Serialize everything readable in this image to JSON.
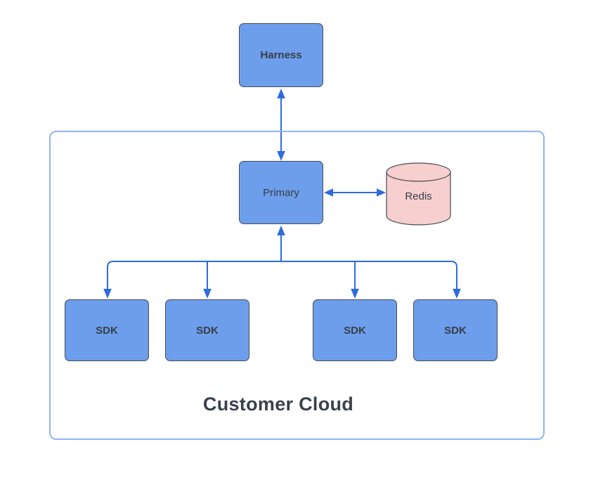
{
  "container": {
    "label": "Customer Cloud"
  },
  "nodes": {
    "harness": {
      "label": "Harness",
      "shape": "rectangle"
    },
    "primary": {
      "label": "Primary",
      "shape": "rectangle"
    },
    "redis": {
      "label": "Redis",
      "shape": "cylinder"
    },
    "sdk1": {
      "label": "SDK",
      "shape": "rectangle"
    },
    "sdk2": {
      "label": "SDK",
      "shape": "rectangle"
    },
    "sdk3": {
      "label": "SDK",
      "shape": "rectangle"
    },
    "sdk4": {
      "label": "SDK",
      "shape": "rectangle"
    }
  },
  "edges": [
    {
      "from": "Harness",
      "to": "Primary",
      "direction": "bidirectional"
    },
    {
      "from": "Primary",
      "to": "Redis",
      "direction": "bidirectional"
    },
    {
      "from": "Primary",
      "to": "SDK",
      "direction": "bidirectional-fanout",
      "targets": [
        "sdk1",
        "sdk2",
        "sdk3",
        "sdk4"
      ]
    }
  ],
  "colors": {
    "node_fill": "#6D9EEB",
    "node_border": "#464C54",
    "node_text": "#373E47",
    "redis_fill": "#F7CFCE",
    "arrow": "#2E6BE0",
    "container_border": "#8FB4F6",
    "container_label": "#39414D",
    "background": "#FFFFFF"
  }
}
